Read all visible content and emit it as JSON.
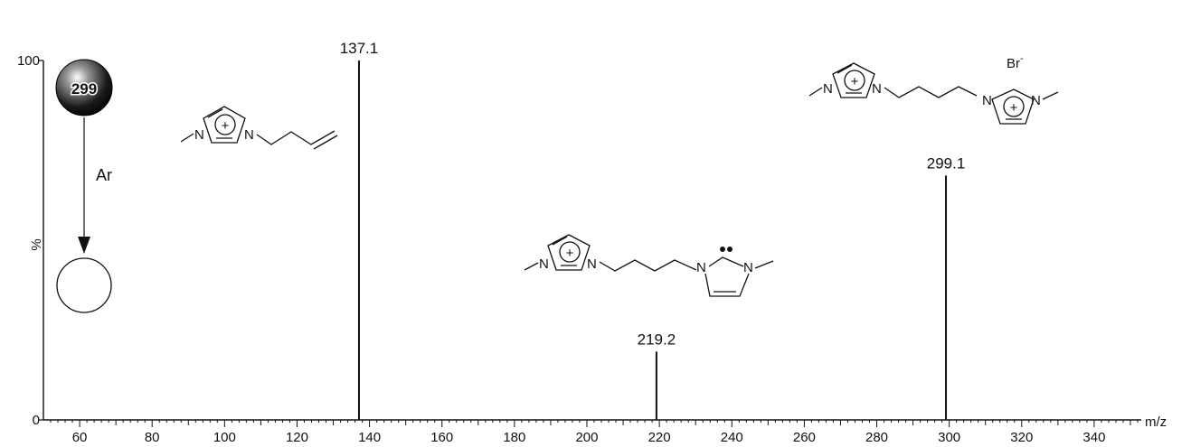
{
  "chart_data": {
    "type": "bar",
    "xlabel": "m/z",
    "ylabel": "%",
    "xlim": [
      50,
      353
    ],
    "ylim": [
      0,
      100
    ],
    "x_ticks": [
      60,
      80,
      100,
      120,
      140,
      160,
      180,
      200,
      220,
      240,
      260,
      280,
      300,
      320,
      340
    ],
    "y_ticks": [
      0,
      100
    ],
    "peaks": [
      {
        "x": 137.1,
        "y": 100,
        "label": "137.1"
      },
      {
        "x": 219.2,
        "y": 19,
        "label": "219.2"
      },
      {
        "x": 299.1,
        "y": 68,
        "label": "299.1"
      }
    ],
    "annotations": {
      "precursor": "299",
      "gas": "Ar",
      "counter_ion": "Br",
      "counter_ion_charge": "-",
      "atom_n": "N",
      "charge_plus": "+"
    },
    "colors": {
      "ink": "#111111",
      "background": "#ffffff"
    }
  }
}
